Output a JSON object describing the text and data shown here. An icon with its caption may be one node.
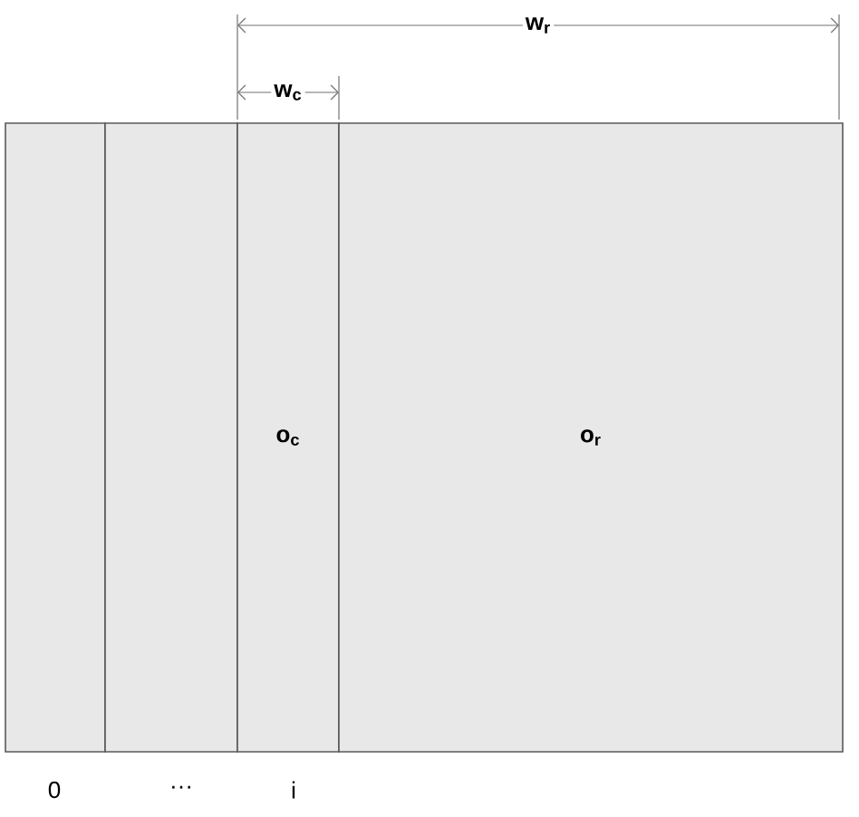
{
  "diagram": {
    "nodes": [
      {
        "text": [],
        "shape": "box"
      },
      {
        "text": [],
        "shape": "box"
      },
      {
        "text": [
          "o$_{c}$"
        ]
      },
      {
        "text": [
          "o$_{r}$"
        ]
      }
    ],
    "edges": [],
    "labels": [
      "w$_{r}$",
      "w$_{c}$",
      "0",
      "···",
      "i"
    ]
  }
}
